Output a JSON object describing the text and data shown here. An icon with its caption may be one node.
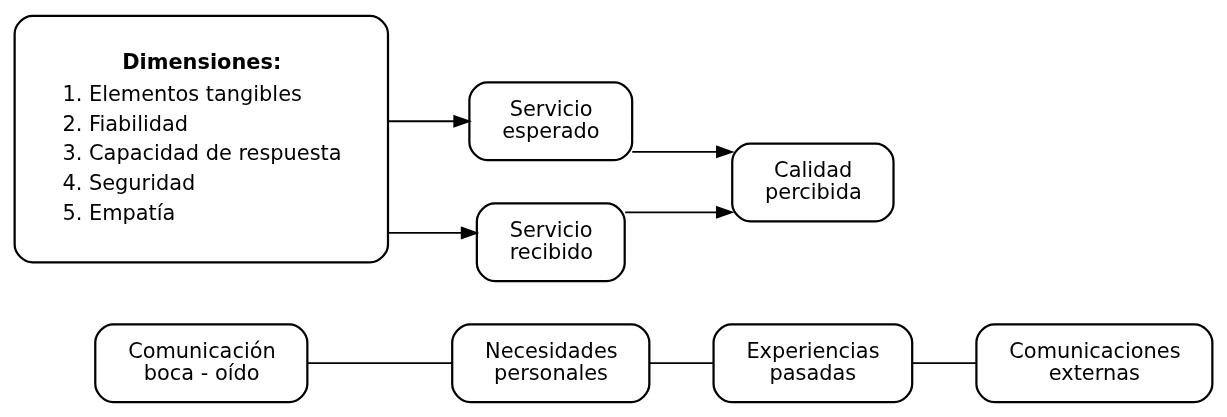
{
  "diagram": {
    "nodes": [
      {
        "text": [
          "Comunicación boca - oído"
        ]
      },
      {
        "text": [
          "Necesidades personales"
        ]
      },
      {
        "text": [
          "Experiencias pasadas"
        ]
      },
      {
        "text": [
          "Comunicaciones externas"
        ]
      },
      {
        "text": [
          "Dimensiones:",
          "1. Elementos tangibles",
          "2. Fiabilidad",
          "3. Capacidad de respuesta",
          "4. Seguridad",
          "5. Empatía"
        ]
      },
      {
        "text": [
          "Servicio esperado"
        ]
      },
      {
        "text": [
          "Servicio recibido"
        ]
      },
      {
        "text": [
          "Calidad percibida"
        ]
      }
    ],
    "edges": [
      {
        "from": 0,
        "to": 1,
        "arrow": "none"
      },
      {
        "from": 1,
        "to": 2,
        "arrow": "none"
      },
      {
        "from": 2,
        "to": 3,
        "arrow": "none"
      },
      {
        "from": 4,
        "to": 5,
        "arrow": "to"
      },
      {
        "from": 4,
        "to": 6,
        "arrow": "to"
      },
      {
        "from": 5,
        "to": 7,
        "arrow": "to"
      },
      {
        "from": 6,
        "to": 7,
        "arrow": "to"
      }
    ]
  }
}
